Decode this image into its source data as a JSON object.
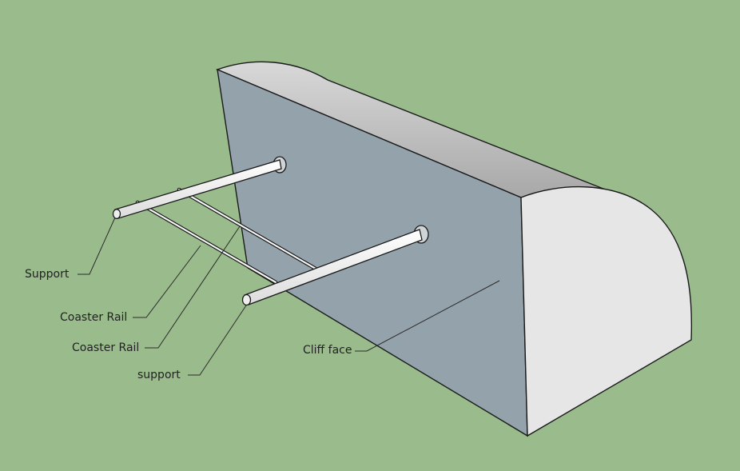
{
  "scene": {
    "background_color": "#9abc8d",
    "colors": {
      "cliff_front": "#94a2ab",
      "cliff_top": "#c2c2c2",
      "cliff_side": "#e6e6e6",
      "rod": "#f4f4f4",
      "edge": "#1a1a1a",
      "leader": "#2b2b2b"
    },
    "labels": {
      "support_upper": "Support",
      "coaster_rail_1": "Coaster Rail",
      "coaster_rail_2": "Coaster Rail",
      "support_lower": "support",
      "cliff_face": "Cliff face"
    }
  }
}
